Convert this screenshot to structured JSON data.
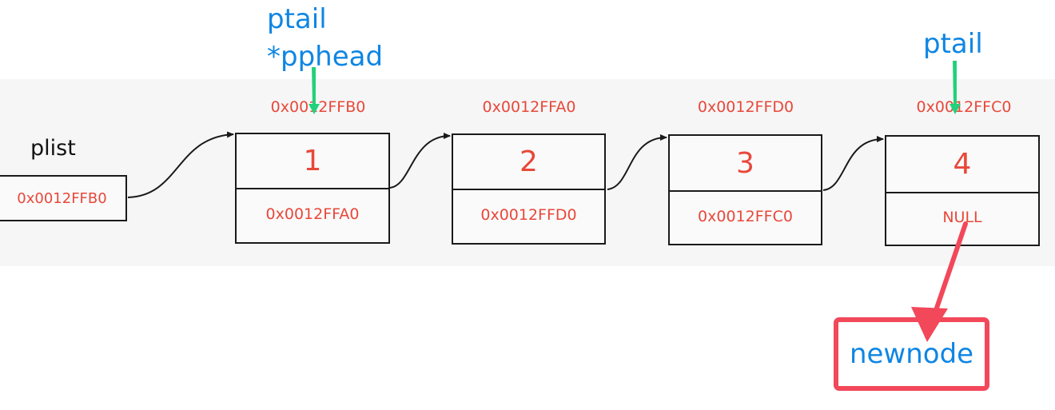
{
  "labels": {
    "ptail_left": "ptail",
    "pphead": "*pphead",
    "ptail_right": "ptail",
    "plist": "plist",
    "newnode": "newnode"
  },
  "plist_value": "0x0012FFB0",
  "nodes": [
    {
      "address": "0x0012FFB0",
      "value": "1",
      "next": "0x0012FFA0"
    },
    {
      "address": "0x0012FFA0",
      "value": "2",
      "next": "0x0012FFD0"
    },
    {
      "address": "0x0012FFD0",
      "value": "3",
      "next": "0x0012FFC0"
    },
    {
      "address": "0x0012FFC0",
      "value": "4",
      "next": "NULL"
    }
  ],
  "colors": {
    "label_blue": "#0f86e3",
    "address_red": "#e8483a",
    "pointer_green": "#22d17a",
    "highlight_red": "#f2485a",
    "line_black": "#1a1a1a"
  }
}
